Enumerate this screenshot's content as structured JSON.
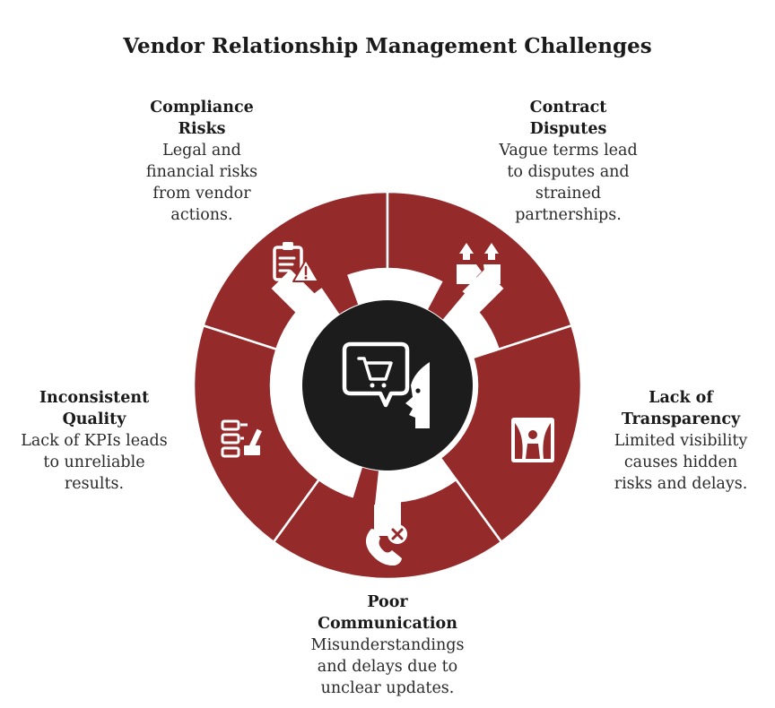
{
  "title": "Vendor Relationship Management Challenges",
  "colors": {
    "segment": "#952a2b",
    "center": "#1c1c1c",
    "icon": "#ffffff"
  },
  "segments": [
    {
      "heading": "Compliance\nRisks",
      "description": "Legal and\nfinancial risks\nfrom vendor\nactions.",
      "icon": "clipboard-warning-icon"
    },
    {
      "heading": "Contract\nDisputes",
      "description": "Vague terms lead\nto disputes and\nstrained\npartnerships.",
      "icon": "broken-ground-icon"
    },
    {
      "heading": "Lack of\nTransparency",
      "description": "Limited visibility\ncauses hidden\nrisks and delays.",
      "icon": "curtain-stage-icon"
    },
    {
      "heading": "Poor\nCommunication",
      "description": "Misunderstandings\nand delays due to\nunclear updates.",
      "icon": "phone-cancel-icon"
    },
    {
      "heading": "Inconsistent\nQuality",
      "description": "Lack of KPIs leads\nto unreliable\nresults.",
      "icon": "checklist-hammer-icon"
    }
  ],
  "center_icon": "shopping-cart-speech-face-icon"
}
